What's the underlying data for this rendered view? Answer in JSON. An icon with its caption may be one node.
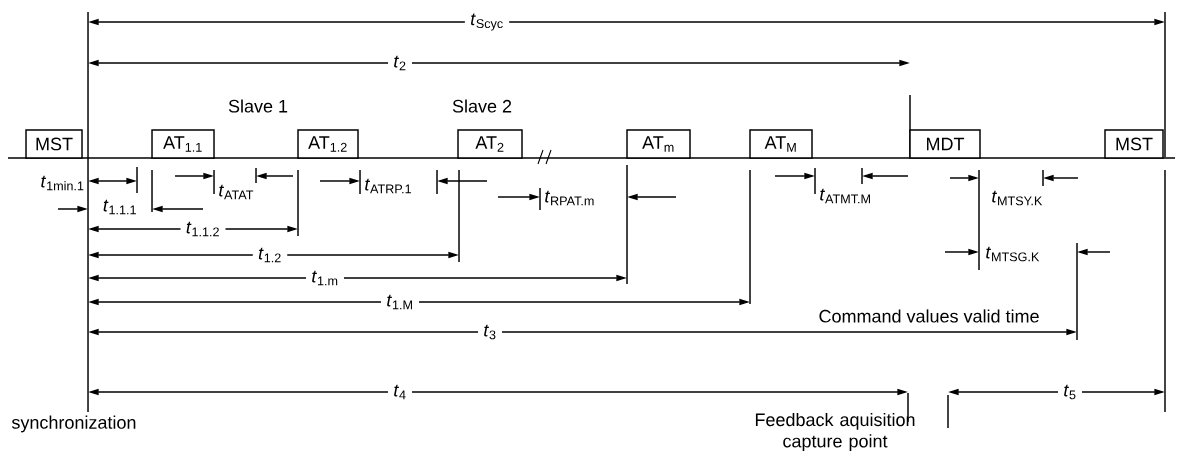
{
  "diagram": {
    "nodes": [
      {
        "text": [
          "MST"
        ]
      },
      {
        "text": [
          "AT$_{1.1}$"
        ]
      },
      {
        "text": [
          "AT$_{1.2}$"
        ]
      },
      {
        "text": [
          "AT$_{2}$"
        ]
      },
      {
        "text": [
          "AT$_{m}$"
        ]
      },
      {
        "text": [
          "AT$_{M}$"
        ]
      },
      {
        "text": [
          "MDT"
        ]
      },
      {
        "text": [
          "MST"
        ]
      }
    ],
    "labels": [
      "*t*$_{Scyc}$",
      "*t*$_{2}$",
      "Slave 1",
      "Slave 2",
      "*t*$_{1min.1}$",
      "*t*$_{1.1.1}$",
      "*t*$_{ATAT}$",
      "*t*$_{ATRP.1}$",
      "*t*$_{RPAT.m}$",
      "*t*$_{ATMT.M}$",
      "*t*$_{MTSY.K}$",
      "*t*$_{1.1.2}$",
      "*t*$_{1.2}$",
      "*t*$_{MTSG.K}$",
      "*t*$_{1.m}$",
      "*t*$_{1.M}$",
      "Command values valid time",
      "*t*$_{3}$",
      "*t*$_{4}$",
      "*t*$_{5}$",
      "synchronization",
      "Feedback aquisition capture point"
    ]
  }
}
